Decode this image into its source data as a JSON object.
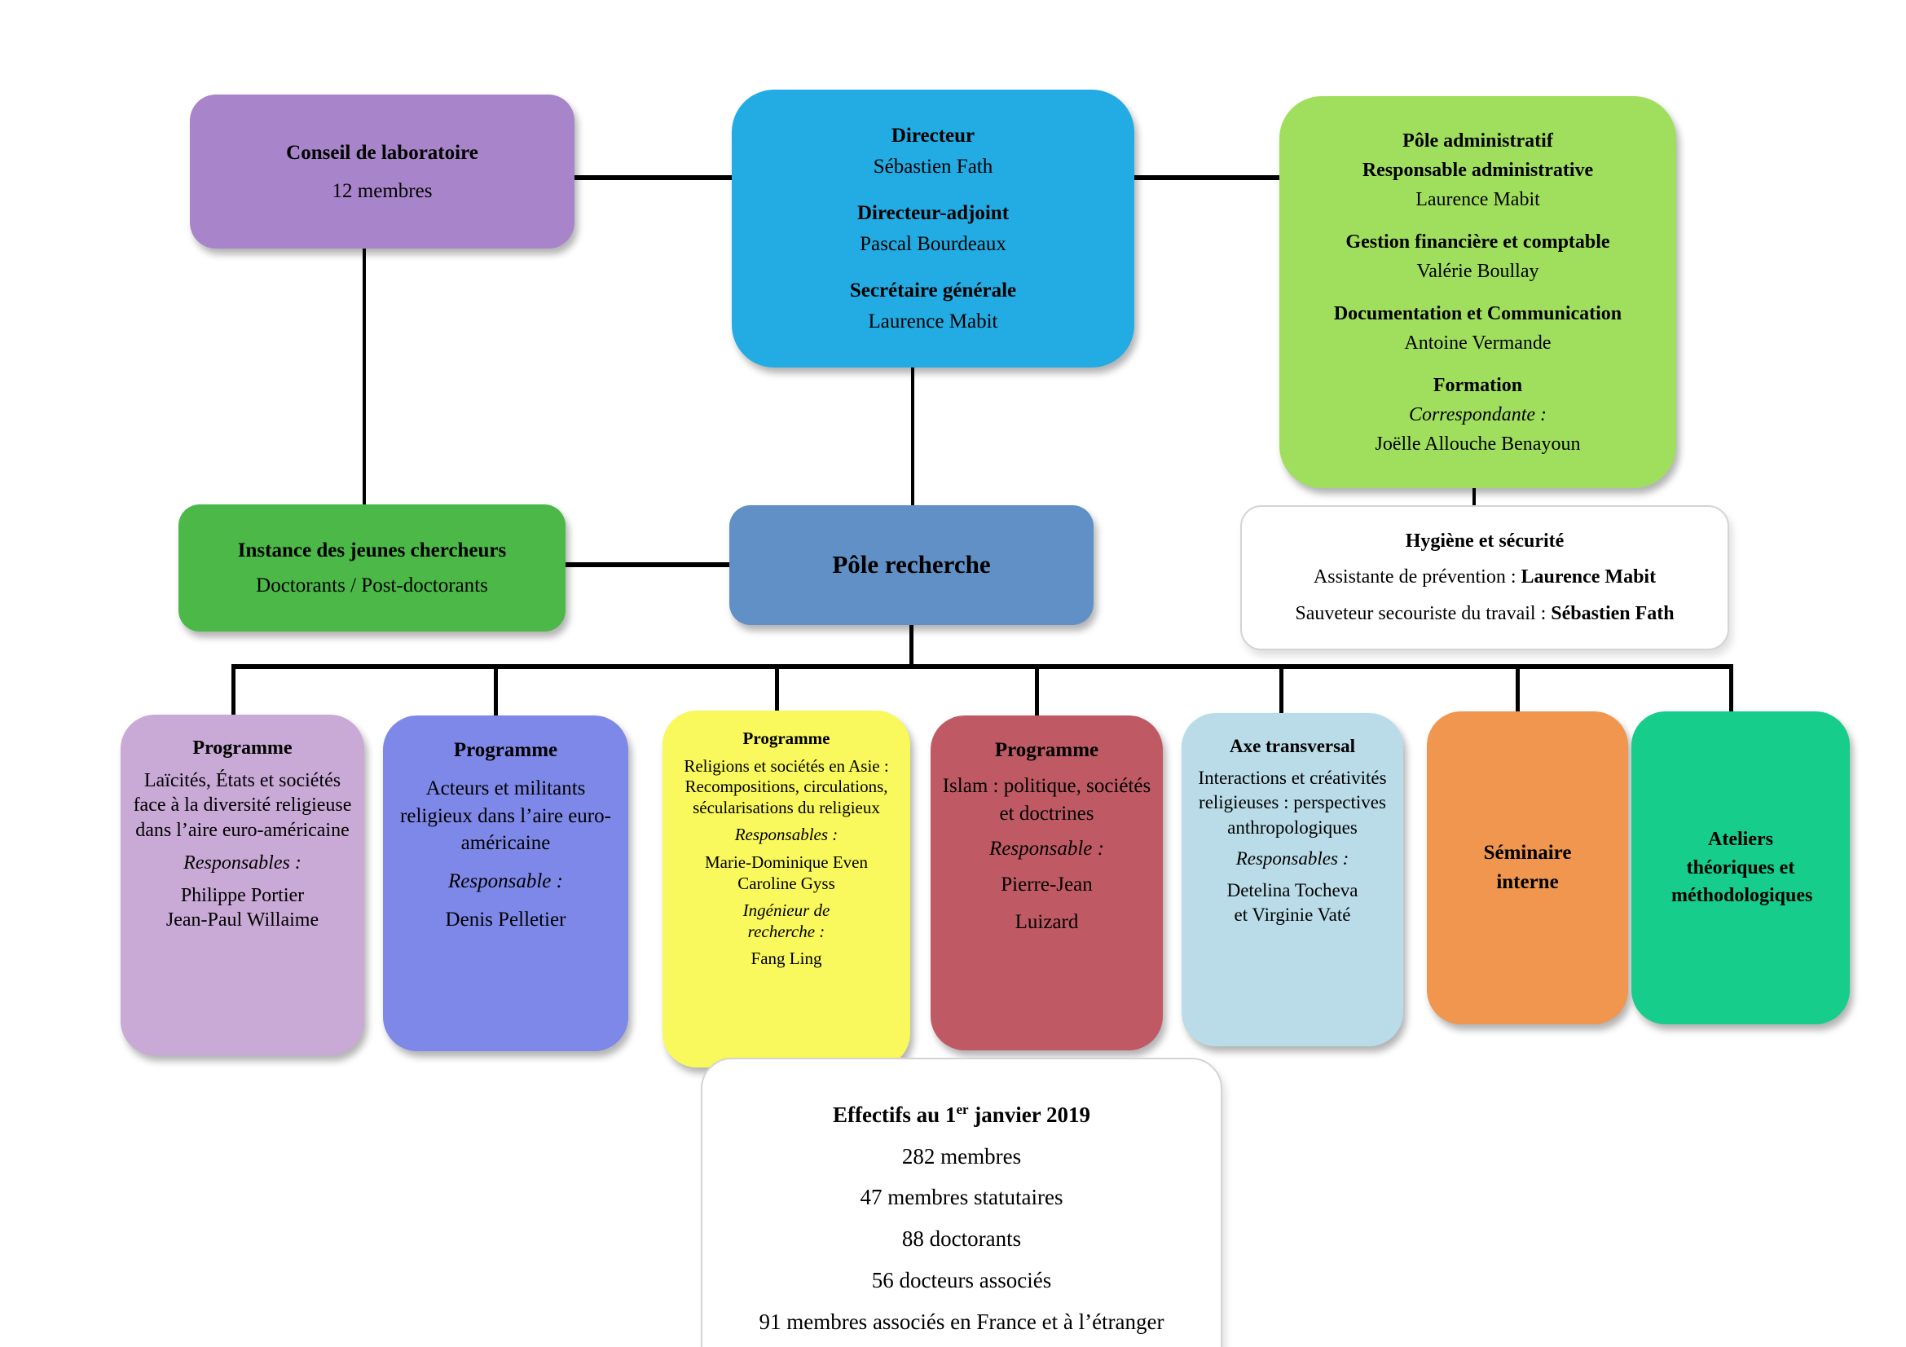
{
  "colors": {
    "conseil": "#a884cb",
    "direction": "#22ace3",
    "pole_administratif": "#a0df5e",
    "instance": "#4cb848",
    "pole_recherche": "#6190c6",
    "white_box": "#ffffff",
    "programme1": "#c9a9d5",
    "programme2": "#7d88e8",
    "programme3": "#f9f85c",
    "programme4": "#bf5a64",
    "axe_transversal": "#b9dce8",
    "seminaire": "#f0964e",
    "ateliers": "#16cd8b",
    "connector": "#000000"
  },
  "conseil": {
    "title": "Conseil de laboratoire",
    "subtitle": "12 membres"
  },
  "direction": {
    "role1": "Directeur",
    "name1": "Sébastien Fath",
    "role2": "Directeur-adjoint",
    "name2": "Pascal Bourdeaux",
    "role3": "Secrétaire générale",
    "name3": "Laurence Mabit"
  },
  "pole_administratif": {
    "title": "Pôle administratif",
    "role1": "Responsable administrative",
    "name1": "Laurence Mabit",
    "role2": "Gestion financière et comptable",
    "name2": "Valérie Boullay",
    "role3": "Documentation et Communication",
    "name3": "Antoine Vermande",
    "role4": "Formation",
    "role4_sub": "Correspondante :",
    "name4": "Joëlle Allouche Benayoun"
  },
  "instance": {
    "title": "Instance des jeunes chercheurs",
    "subtitle": "Doctorants / Post-doctorants"
  },
  "pole_recherche": {
    "title": "Pôle recherche"
  },
  "hygiene": {
    "title": "Hygiène et sécurité",
    "line1_label": "Assistante de prévention : ",
    "line1_name": "Laurence Mabit",
    "line2_label": "Sauveteur secouriste du travail : ",
    "line2_name": "Sébastien Fath"
  },
  "programmes": [
    {
      "kind": "Programme",
      "description": "Laïcités, États et sociétés face à la diversité religieuse dans l’aire euro-américaine",
      "role_label": "Responsables :",
      "names": [
        "Philippe Portier",
        "Jean-Paul Willaime"
      ]
    },
    {
      "kind": "Programme",
      "description": "Acteurs et militants religieux dans l’aire euro-américaine",
      "role_label": "Responsable :",
      "names": [
        "Denis Pelletier"
      ]
    },
    {
      "kind": "Programme",
      "description": "Religions et sociétés en Asie : Recompositions, circulations, sécularisations du religieux",
      "role_label": "Responsables :",
      "names": [
        "Marie-Dominique Even",
        "Caroline Gyss"
      ],
      "extra_label": "Ingénieur de recherche :",
      "extra_names": [
        "Fang Ling"
      ]
    },
    {
      "kind": "Programme",
      "description": "Islam : politique, sociétés et doctrines",
      "role_label": "Responsable :",
      "names": [
        "Pierre-Jean",
        "Luizard"
      ]
    },
    {
      "kind": "Axe transversal",
      "description": "Interactions et créativités religieuses : perspectives anthropologiques",
      "role_label": "Responsables :",
      "names": [
        "Detelina Tocheva",
        "et Virginie Vaté"
      ]
    },
    {
      "kind": "Séminaire interne"
    },
    {
      "kind": "Ateliers théoriques et méthodologiques"
    }
  ],
  "effectifs": {
    "title_prefix": "Effectifs au 1",
    "title_sup": "er",
    "title_suffix": " janvier 2019",
    "lines": [
      "282 membres",
      "47 membres statutaires",
      "88 doctorants",
      "56 docteurs associés",
      "91 membres associés en France et à l’étranger"
    ]
  }
}
